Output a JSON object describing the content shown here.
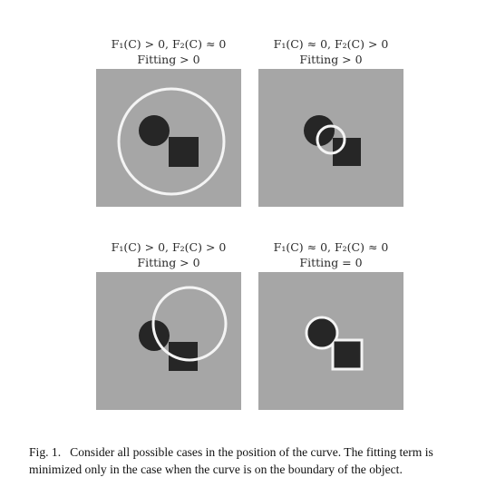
{
  "figure": {
    "panels": [
      {
        "line1": "F₁(C) > 0, F₂(C) ≈ 0",
        "line2": "Fitting > 0"
      },
      {
        "line1": "F₁(C) ≈ 0, F₂(C) > 0",
        "line2": "Fitting > 0"
      },
      {
        "line1": "F₁(C) > 0, F₂(C) > 0",
        "line2": "Fitting > 0"
      },
      {
        "line1": "F₁(C) ≈ 0, F₂(C) ≈ 0",
        "line2": "Fitting = 0"
      }
    ],
    "caption_label": "Fig. 1.",
    "caption_text": "Consider all possible cases in the position of the curve. The fitting term is minimized only in the case when the curve is on the boundary of the object."
  },
  "colors": {
    "background": "#a6a6a6",
    "object": "#262626",
    "curve": "#f4f4f4"
  }
}
